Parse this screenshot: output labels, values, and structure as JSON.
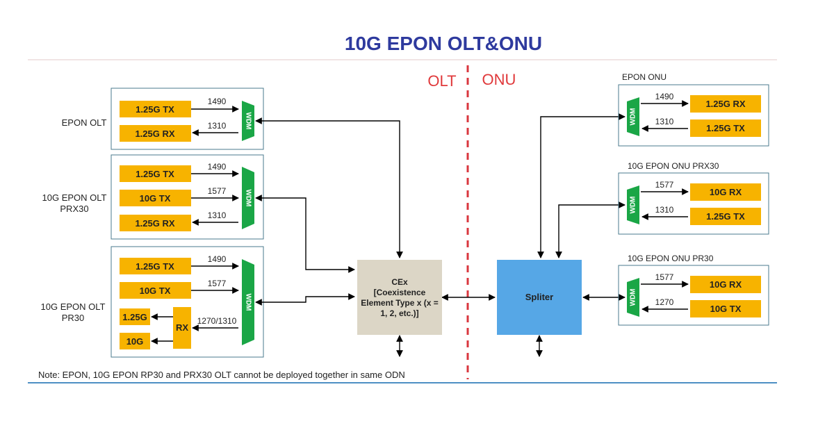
{
  "title": "10G EPON OLT&ONU",
  "side_labels": {
    "olt": "OLT",
    "onu": "ONU"
  },
  "colors": {
    "title": "#2e3a9e",
    "side_label": "#e0393b",
    "divider": "#d9363e",
    "box": "#f7b300",
    "wdm": "#1aa646",
    "cex_box": "#dcd6c6",
    "splitter_box": "#56a7e6",
    "group_border": "#4a7a8c",
    "line": "#000000"
  },
  "olt_groups": [
    {
      "label": [
        "EPON OLT"
      ],
      "rows": [
        {
          "box": "1.25G TX",
          "wavelength": "1490",
          "dir": "out"
        },
        {
          "box": "1.25G RX",
          "wavelength": "1310",
          "dir": "in"
        }
      ]
    },
    {
      "label": [
        "10G EPON OLT",
        "PRX30"
      ],
      "rows": [
        {
          "box": "1.25G TX",
          "wavelength": "1490",
          "dir": "out"
        },
        {
          "box": "10G TX",
          "wavelength": "1577",
          "dir": "out"
        },
        {
          "box": "1.25G RX",
          "wavelength": "1310",
          "dir": "in"
        }
      ]
    },
    {
      "label": [
        "10G EPON OLT",
        "PR30"
      ],
      "rows": [
        {
          "box": "1.25G TX",
          "wavelength": "1490",
          "dir": "out"
        },
        {
          "box": "10G TX",
          "wavelength": "1577",
          "dir": "out"
        }
      ],
      "rx": {
        "label": "RX",
        "wavelength": "1270/1310",
        "outputs": [
          "1.25G",
          "10G"
        ]
      }
    }
  ],
  "onu_groups": [
    {
      "title": "EPON ONU",
      "rows": [
        {
          "box": "1.25G RX",
          "wavelength": "1490",
          "dir": "out"
        },
        {
          "box": "1.25G TX",
          "wavelength": "1310",
          "dir": "in"
        }
      ]
    },
    {
      "title": "10G EPON ONU PRX30",
      "rows": [
        {
          "box": "10G RX",
          "wavelength": "1577",
          "dir": "out"
        },
        {
          "box": "1.25G TX",
          "wavelength": "1310",
          "dir": "in"
        }
      ]
    },
    {
      "title": "10G EPON ONU PR30",
      "rows": [
        {
          "box": "10G RX",
          "wavelength": "1577",
          "dir": "out"
        },
        {
          "box": "10G TX",
          "wavelength": "1270",
          "dir": "in"
        }
      ]
    }
  ],
  "wdm_label": "WDM",
  "cex": {
    "lines": [
      "CEx",
      "[Coexistence",
      "Element Type x (x =",
      "1, 2, etc.)]"
    ]
  },
  "splitter": {
    "label": "Spliter"
  },
  "note": "Note: EPON, 10G EPON RP30 and PRX30 OLT cannot be deployed together in same ODN"
}
